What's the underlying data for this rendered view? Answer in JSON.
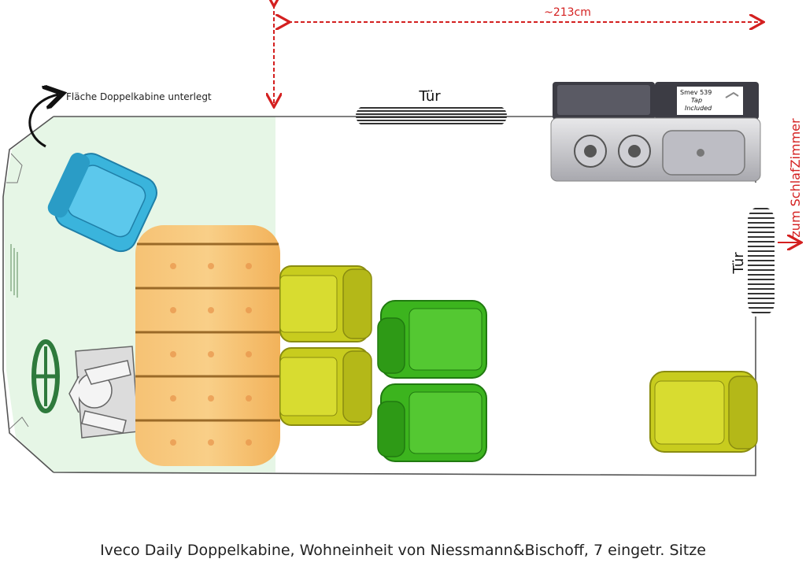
{
  "annotations": {
    "width_label": "~213cm",
    "cab_note": "Fläche Doppelkabine unterlegt",
    "door_top_label": "Tür",
    "door_right_label": "Tür",
    "exit_label": "zum SchlafZimmer",
    "sink_label_line1": "Smev 539",
    "sink_label_line2": "Tap",
    "sink_label_line3": "Included"
  },
  "caption": "Iveco Daily Doppelkabine, Wohneinheit von Niessmann&Bischoff, 7 eingetr. Sitze",
  "colors": {
    "cab_area": "#e6f6e6",
    "dimension_red": "#d42020",
    "seat_blue": "#3ab4dc",
    "seat_yellow": "#c8cc1e",
    "seat_green": "#3cb41e",
    "table_wood": "#f4b860",
    "steering_green": "#2e7a3c"
  },
  "icons": [
    "steering-wheel-icon",
    "driver-figure-icon",
    "curved-arrow-icon",
    "cooker-sink-icon"
  ]
}
